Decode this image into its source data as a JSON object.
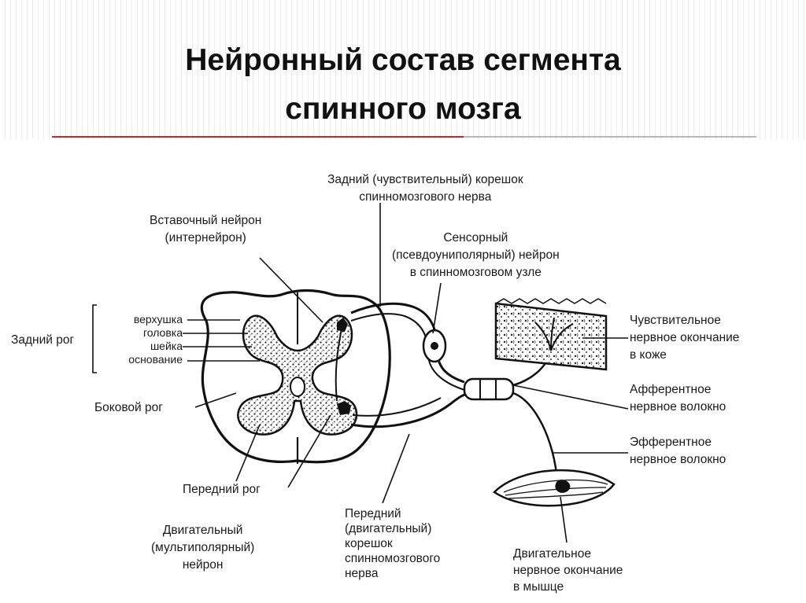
{
  "slide": {
    "title_line1": "Нейронный состав сегмента",
    "title_line2": "спинного мозга",
    "accent_color": "#c0282d"
  },
  "labels": {
    "dorsal_root": [
      "Задний (чувствительный) корешок",
      "спинномозгового нерва"
    ],
    "interneuron": [
      "Вставочный нейрон",
      "(интернейрон)"
    ],
    "sensory_neuron": [
      "Сенсорный",
      "(псевдоуниполярный) нейрон",
      "в спинномозговом узле"
    ],
    "dorsal_horn_parts": [
      "верхушка",
      "головка",
      "шейка",
      "основание"
    ],
    "dorsal_horn": "Задний рог",
    "lateral_horn": "Боковой рог",
    "skin_ending": [
      "Чувствительное",
      "нервное окончание",
      "в коже"
    ],
    "afferent_fiber": [
      "Афферентное",
      "нервное волокно"
    ],
    "efferent_fiber": [
      "Эфферентное",
      "нервное волокно"
    ],
    "ventral_horn": "Передний рог",
    "motor_neuron": [
      "Двигательный",
      "(мультиполярный)",
      "нейрон"
    ],
    "ventral_root": [
      "Передний",
      "(двигательный)",
      "корешок",
      "спинномозгового",
      "нерва"
    ],
    "muscle_ending": [
      "Двигательное",
      "нервное окончание",
      "в мышце"
    ]
  }
}
